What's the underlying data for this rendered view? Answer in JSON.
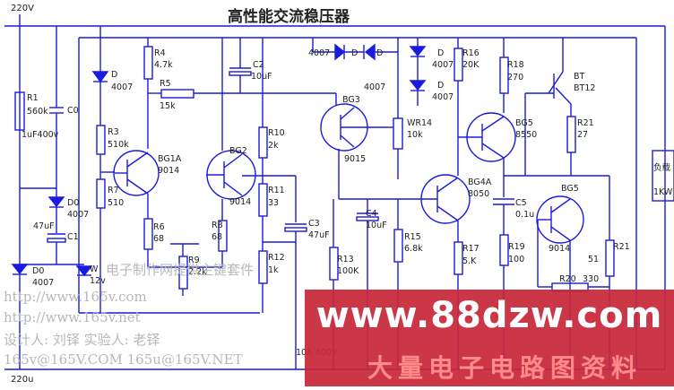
{
  "title": "高性能交流稳压器",
  "rails": {
    "top": "220V",
    "bottom": "220u"
  },
  "labels": {
    "R1": "R1",
    "R1v": "560k",
    "C0": "C0",
    "C0v": "1uF400v",
    "D0a": "D0",
    "D0av": "4007",
    "C1": "C1",
    "C1v": "47uF",
    "D0b": "D0",
    "D0bv": "4007",
    "W": "W",
    "Wv": "12v",
    "D": "D",
    "Dv": "4007",
    "R3": "R3",
    "R3v": "510k",
    "R7": "R7",
    "R7v": "510",
    "R4": "R4",
    "R4v": "4.7k",
    "R5": "R5",
    "R5v": "15k",
    "BG1A": "BG1A",
    "BG1Av": "9014",
    "R6": "R6",
    "R6v": "68",
    "R9": "R9",
    "R9v": "2.2k",
    "C2": "C2",
    "C2v": "10uF",
    "BG2": "BG2",
    "BG2v": "9014",
    "R8": "R8",
    "R8v": "68",
    "R10": "R10",
    "R10v": "2k",
    "R11": "R11",
    "R11v": "33",
    "R12": "R12",
    "R12v": "1k",
    "C3": "C3",
    "C3v": "47uF",
    "Dp": "4007",
    "Dp2": "D",
    "Dp3": "D",
    "Dp4": "4007",
    "BG3": "BG3",
    "BG3v": "9015",
    "WR14": "WR14",
    "WR14v": "10k",
    "C4": "C4",
    "C4v": "10uF",
    "R13": "R13",
    "R13v": "100K",
    "R15": "R15",
    "R15v": "6.8k",
    "D1": "D",
    "D1v": "4007",
    "D2": "D",
    "D2v": "4007",
    "R16": "R16",
    "R16v": "20K",
    "BG4A": "BG4A",
    "BG4Av": "8050",
    "R17": "R17",
    "R17v": "5.K",
    "R18": "R18",
    "R18v": "270",
    "BG5a": "BG5",
    "BG5av": "8550",
    "C5": "C5",
    "C5v": "0.1u",
    "R19": "R19",
    "R19v": "100",
    "BT": "BT",
    "BTv": "BT12",
    "R21a": "R21",
    "R21av": "27",
    "BG5b": "BG5",
    "BG5bv": "9014",
    "R21b": "R21",
    "R21bv": "51",
    "R20": "R20",
    "R20v": "330",
    "load": "负载",
    "loadv": "1KW",
    "fuse": "10A 400V"
  },
  "watermark": {
    "l1": "电子制作网提供主键套件",
    "l2": "http://www.165v.com",
    "l3": "http://www.165v.net",
    "l4": "设计人: 刘铎       实验人: 老铎",
    "l5": "165v@165V.COM     165u@165V.NET"
  },
  "banner": {
    "url": "www.88dzw.com",
    "cn": "大量电子电路图资料"
  },
  "colors": {
    "line": "#1a1ae0",
    "banner": "#c8283a"
  }
}
